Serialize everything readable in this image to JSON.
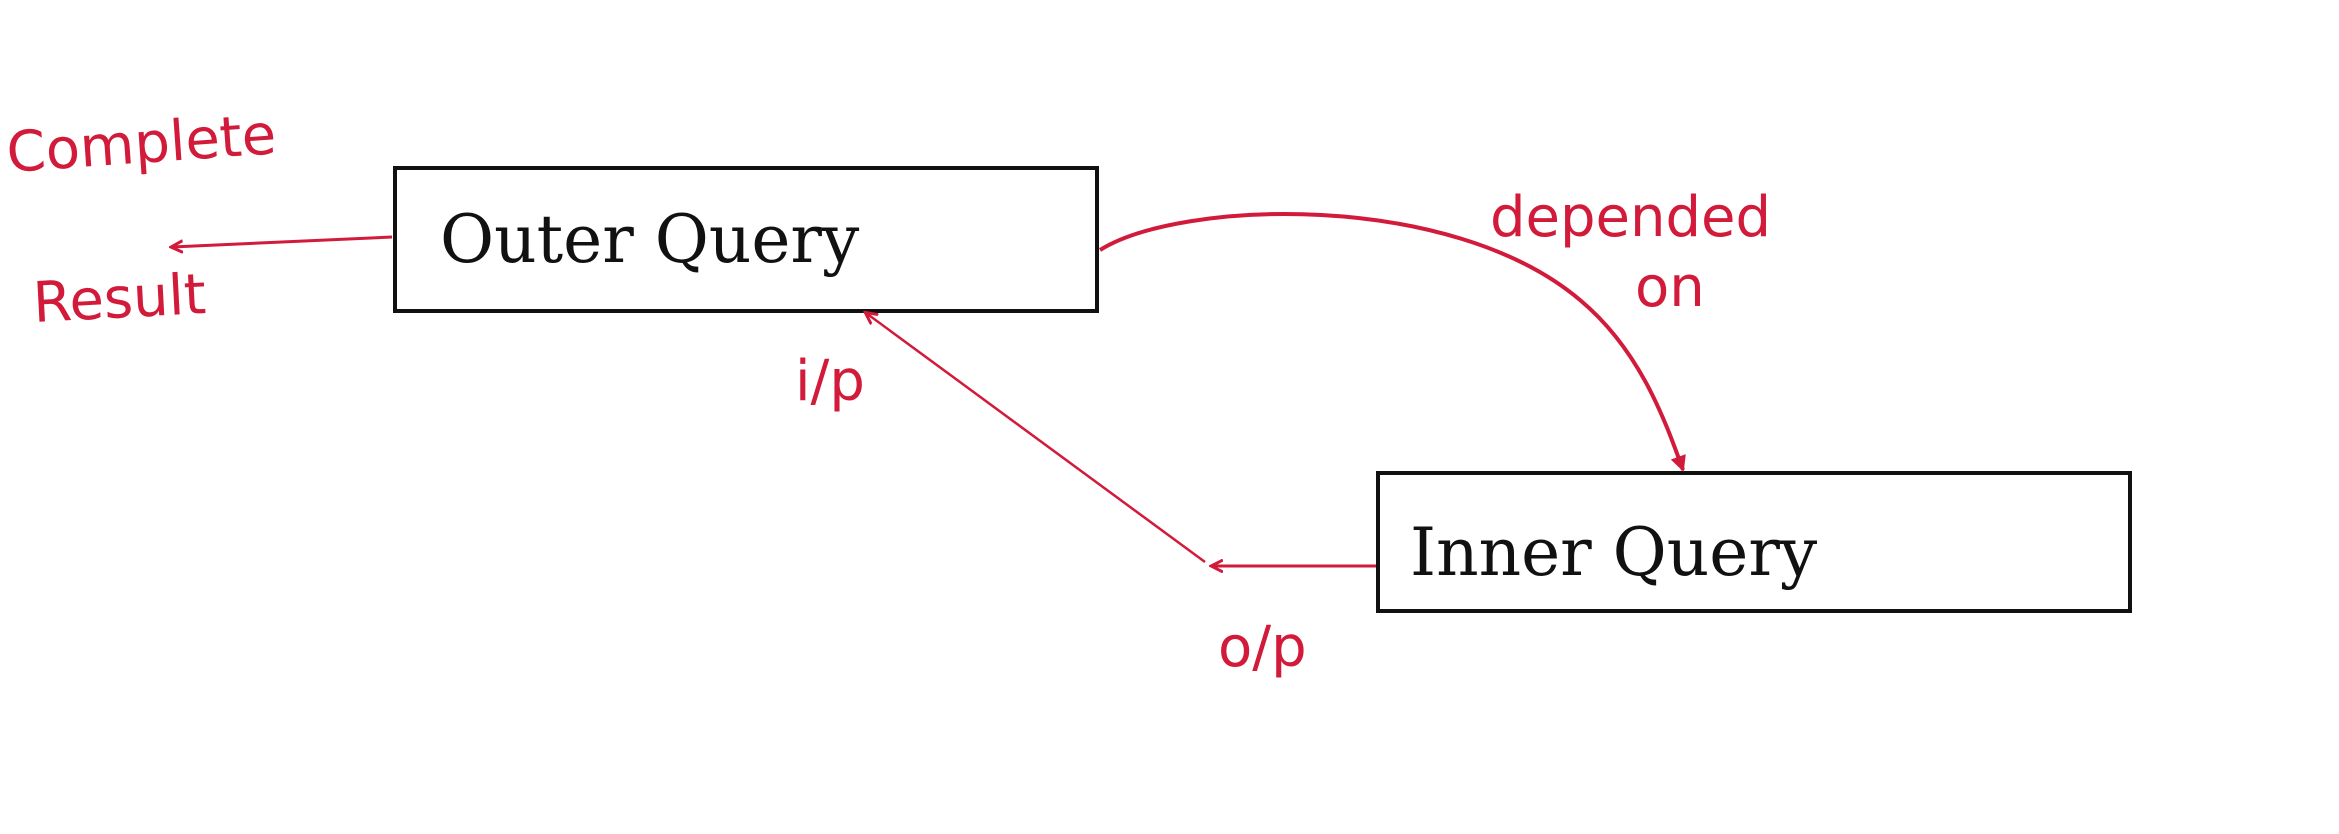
{
  "diagram": {
    "colors": {
      "ink": "#111111",
      "accent": "#d21a3a"
    },
    "nodes": {
      "outer": {
        "label": "Outer Query"
      },
      "inner": {
        "label": "Inner Query"
      }
    },
    "annotations": {
      "complete_line1": "Complete",
      "complete_line2": "Result",
      "input_label": "i/p",
      "output_label": "o/p",
      "depended_line1": "depended",
      "depended_line2": "on"
    }
  }
}
